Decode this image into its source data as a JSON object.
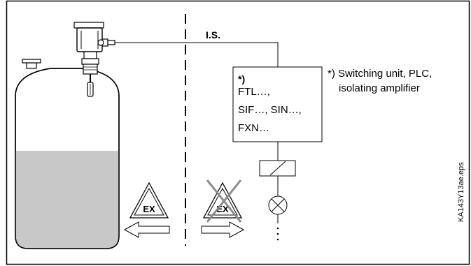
{
  "bus_label": "I.S.",
  "box": {
    "marker": "*)",
    "line1": "FTL…,",
    "line2": "SIF…, SIN…,",
    "line3": "FXN…"
  },
  "footnote": {
    "line1": "*) Switching unit, PLC,",
    "line2": "isolating amplifier"
  },
  "ex_label_left": "EX",
  "ex_label_right": "EX",
  "file_ref": "KA143Y13ae.eps",
  "colors": {
    "liquid": "#c8c8c8",
    "tank_fill": "#ffffff",
    "stroke": "#000000",
    "cross": "#8a8a8a"
  }
}
